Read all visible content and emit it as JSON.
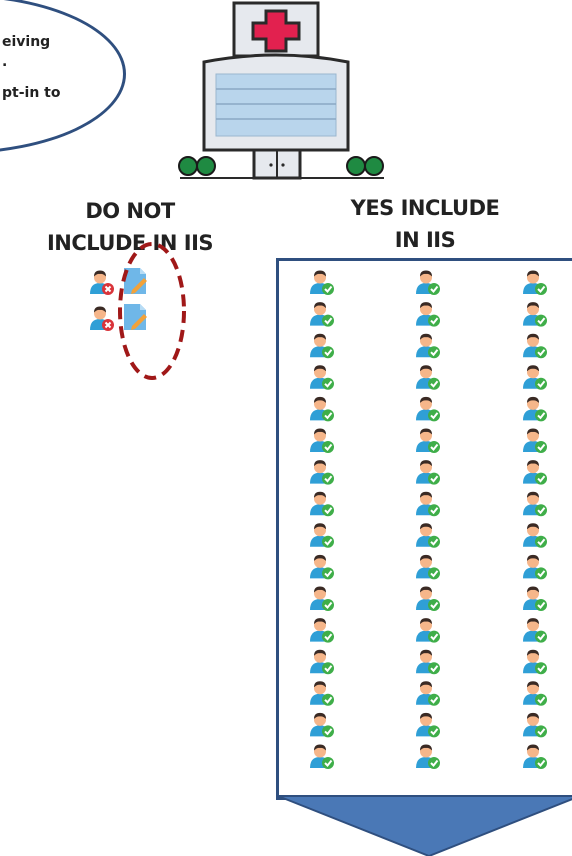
{
  "callout": {
    "lines": [
      "eiving",
      ".",
      "pt-in to"
    ]
  },
  "headings": {
    "exclude": [
      "DO NOT",
      "INCLUDE IN IIS"
    ],
    "include": [
      "YES INCLUDE",
      "IN IIS"
    ]
  },
  "icons": {
    "hospital": "hospital-building-icon",
    "excluded_person": "person-declined-icon",
    "consent_document": "consent-form-icon",
    "included_person": "person-check-icon",
    "arrow": "down-arrow-icon"
  },
  "counts": {
    "excluded_rows": 2,
    "included_columns": 3,
    "included_rows": 16
  },
  "colors": {
    "outline": "#2f4f7f",
    "dashed_ellipse": "#a01818",
    "arrow_fill": "#4a78b6",
    "cross": "#d9343a",
    "check": "#3fae49",
    "person_body": "#2f9fd6",
    "person_skin": "#f6b68a",
    "person_hair": "#3a2a24",
    "hospital_glass": "#b9d5ec",
    "hospital_wall": "#e6e9ee",
    "hospital_cross": "#e2214f",
    "hospital_hedge": "#1f8a42"
  }
}
